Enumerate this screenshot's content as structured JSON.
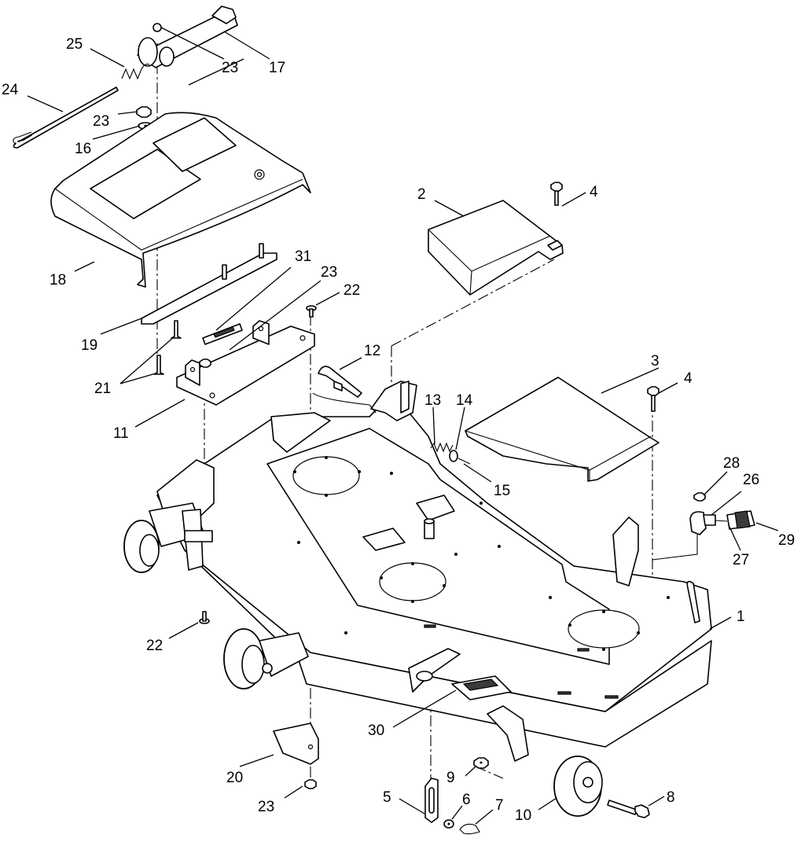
{
  "callouts": {
    "c1": "1",
    "c2": "2",
    "c3": "3",
    "c4a": "4",
    "c4b": "4",
    "c5": "5",
    "c6": "6",
    "c7": "7",
    "c8": "8",
    "c9": "9",
    "c10": "10",
    "c11": "11",
    "c12": "12",
    "c13": "13",
    "c14": "14",
    "c15": "15",
    "c16": "16",
    "c17": "17",
    "c18": "18",
    "c19": "19",
    "c20": "20",
    "c21": "21",
    "c22a": "22",
    "c22b": "22",
    "c23a": "23",
    "c23b": "23",
    "c23c": "23",
    "c23d": "23",
    "c24": "24",
    "c25": "25",
    "c26": "26",
    "c27": "27",
    "c28": "28",
    "c29": "29",
    "c30": "30",
    "c31": "31"
  },
  "colors": {
    "line": "#000000",
    "background": "#ffffff",
    "fill": "#ffffff"
  }
}
